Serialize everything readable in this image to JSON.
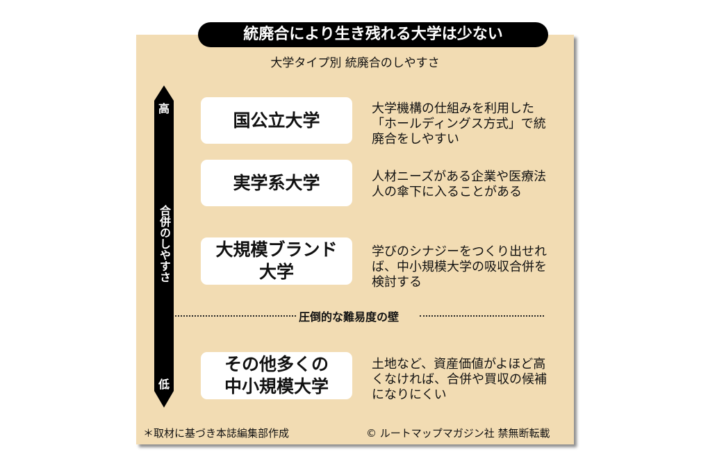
{
  "title": "統廃合により生き残れる大学は少ない",
  "subtitle": "大学タイプ別 統廃合のしやすさ",
  "axis": {
    "high": "高",
    "label": "合併のしやすさ",
    "low": "低"
  },
  "items": [
    {
      "name": "国公立大学",
      "desc": "大学機構の仕組みを利用した「ホールディングス方式」で統廃合をしやすい"
    },
    {
      "name": "実学系大学",
      "desc": "人材ニーズがある企業や医療法人の傘下に入ることがある"
    },
    {
      "name": "大規模ブランド大学",
      "desc": "学びのシナジーをつくり出せれば、中小規模大学の吸収合併を検討する"
    },
    {
      "name": "その他多くの中小規模大学",
      "desc": "土地など、資産価値がよほど高くなければ、合併や買収の候補になりにくい"
    }
  ],
  "wall_label": "圧倒的な難易度の壁",
  "footer": {
    "note": "＊取材に基づき本誌編集部作成",
    "copyright": "© ルートマップマガジン社 禁無断転載"
  },
  "colors": {
    "panel": "#f2dcb3",
    "dark": "#000000"
  }
}
